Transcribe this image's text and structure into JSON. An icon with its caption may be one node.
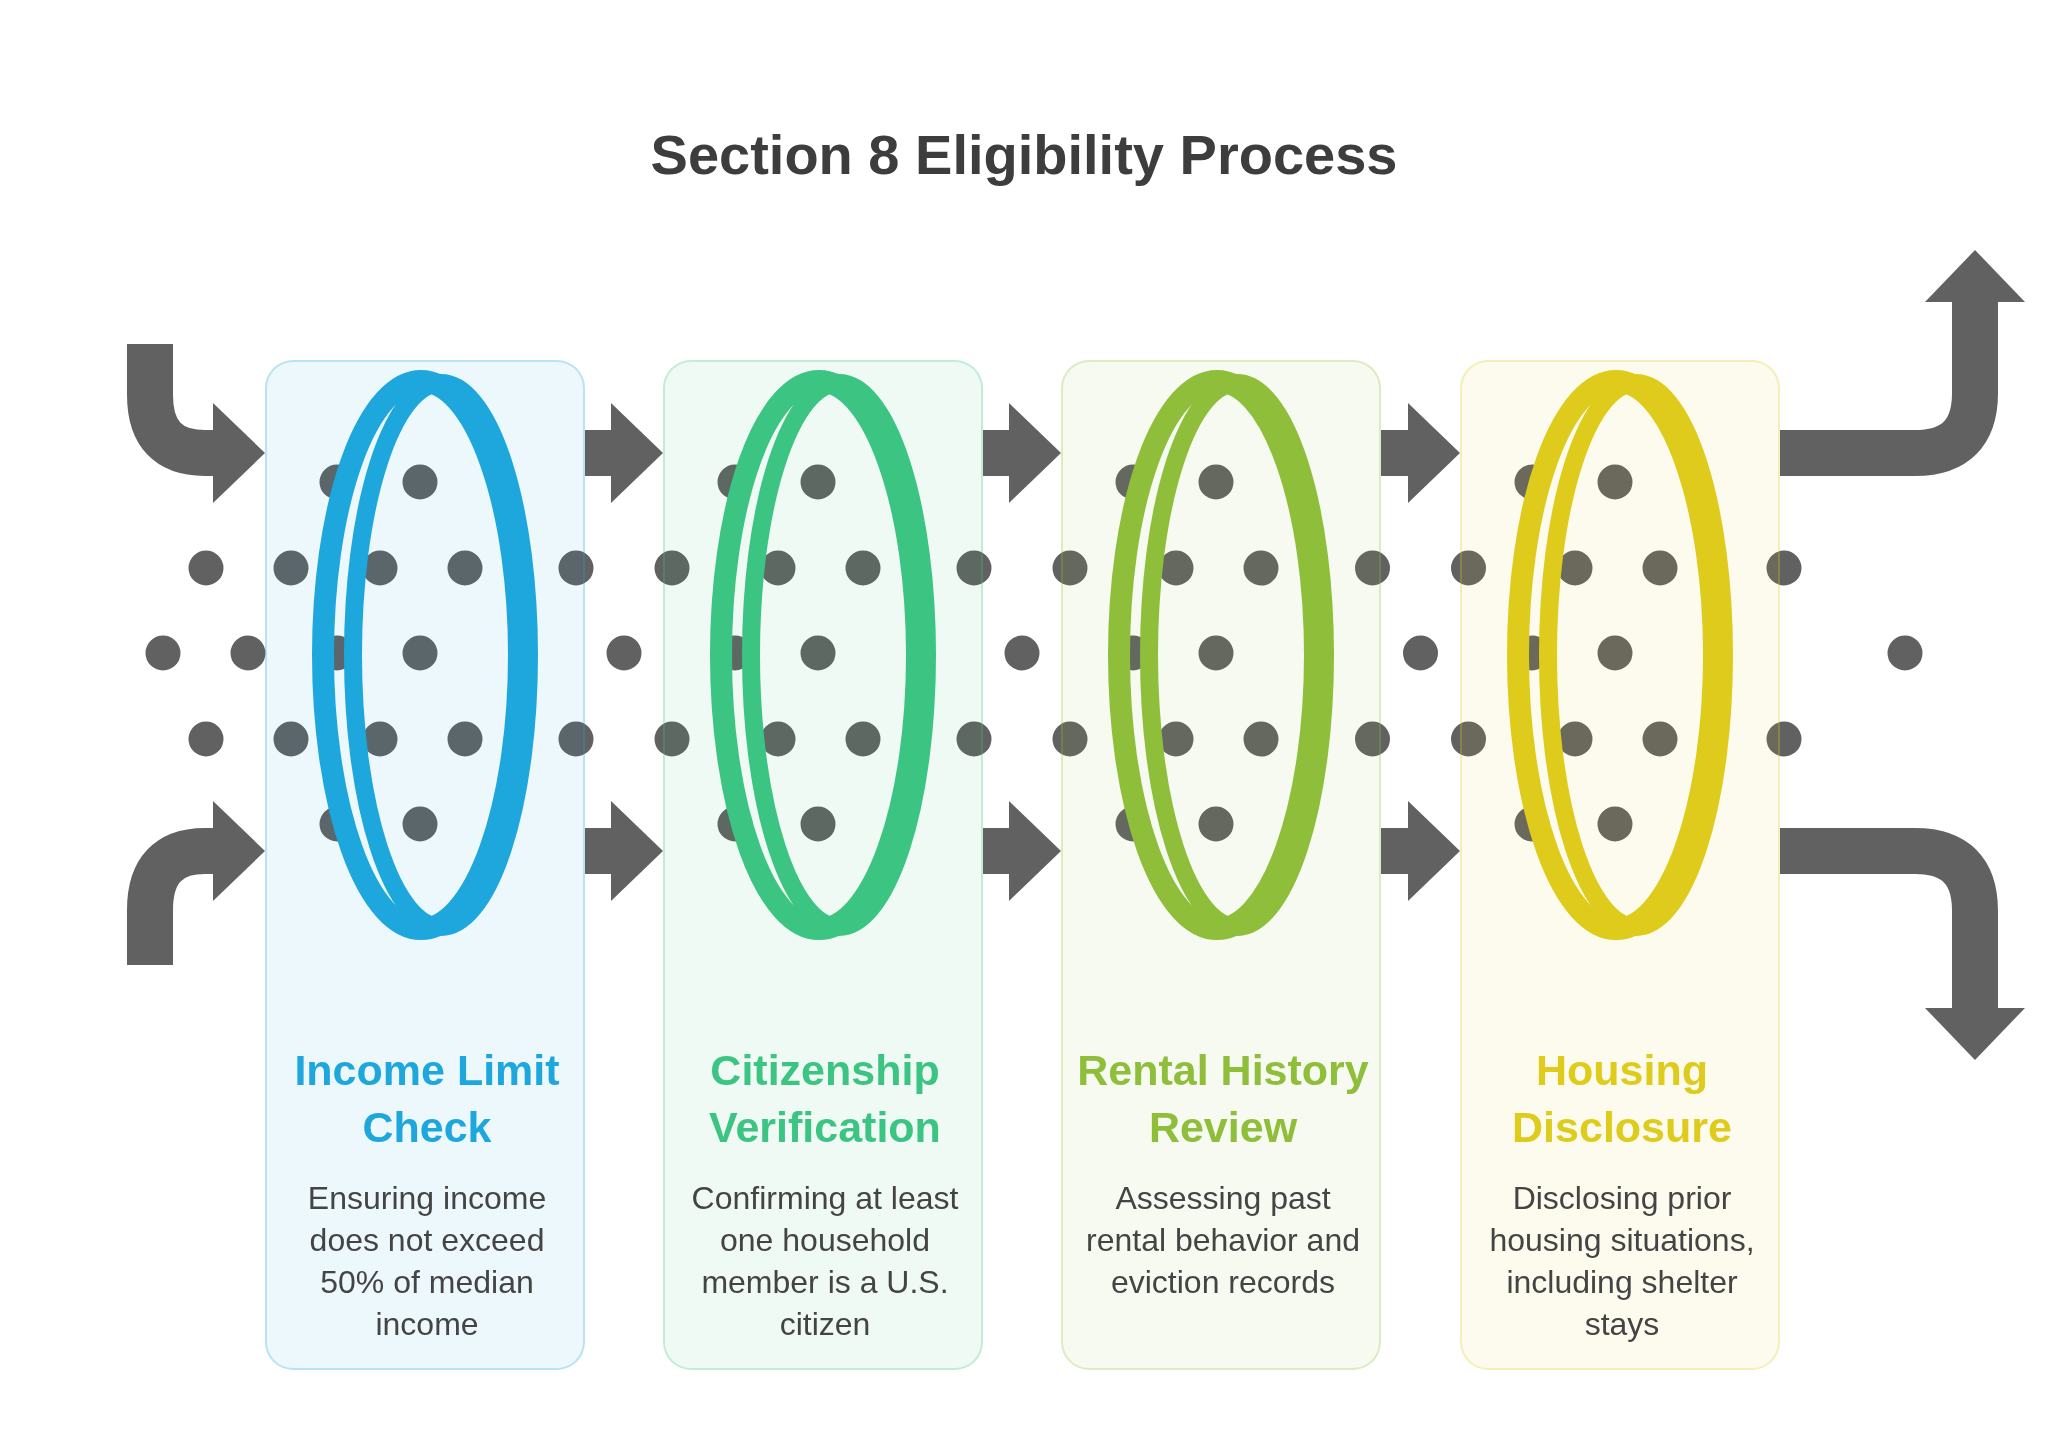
{
  "diagram": {
    "title": "Section 8 Eligibility Process",
    "nodes": [
      {
        "text": [
          "Income Limit Check",
          "Ensuring income does not exceed 50% of median income"
        ]
      },
      {
        "text": [
          "Citizenship Verification",
          "Confirming at least one household member is a U.S. citizen"
        ]
      },
      {
        "text": [
          "Rental History Review",
          "Assessing past rental behavior and eviction records"
        ]
      },
      {
        "text": [
          "Housing Disclosure",
          "Disclosing prior housing situations, including shelter stays"
        ]
      }
    ],
    "edges": [
      {
        "from": null,
        "to": 0,
        "arrow": "to"
      },
      {
        "from": null,
        "to": 0,
        "arrow": "to"
      },
      {
        "from": 0,
        "to": 1,
        "arrow": "to"
      },
      {
        "from": 0,
        "to": 1,
        "arrow": "to"
      },
      {
        "from": 1,
        "to": 2,
        "arrow": "to"
      },
      {
        "from": 1,
        "to": 2,
        "arrow": "to"
      },
      {
        "from": 2,
        "to": 3,
        "arrow": "to"
      },
      {
        "from": 2,
        "to": 3,
        "arrow": "to"
      },
      {
        "from": 3,
        "to": null,
        "arrow": "to"
      },
      {
        "from": 3,
        "to": null,
        "arrow": "to"
      }
    ]
  }
}
